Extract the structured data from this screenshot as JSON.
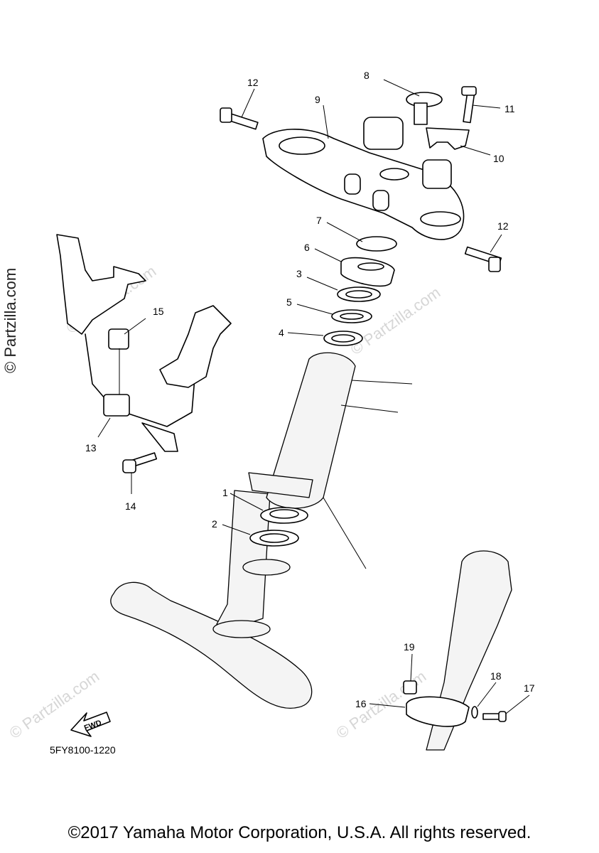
{
  "diagram": {
    "code": "5FY8100-1220",
    "fwd_label": "FWD",
    "watermark": "© Partzilla.com",
    "watermark_side": "© Partzilla.com",
    "part_labels": {
      "p1": "1",
      "p2": "2",
      "p3": "3",
      "p4": "4",
      "p5": "5",
      "p6": "6",
      "p7": "7",
      "p8": "8",
      "p9": "9",
      "p10": "10",
      "p11": "11",
      "p12a": "12",
      "p12b": "12",
      "p13": "13",
      "p14": "14",
      "p15": "15",
      "p16": "16",
      "p17": "17",
      "p18": "18",
      "p19": "19"
    }
  },
  "footer": {
    "copyright": "©2017 Yamaha Motor Corporation, U.S.A. All rights reserved."
  }
}
